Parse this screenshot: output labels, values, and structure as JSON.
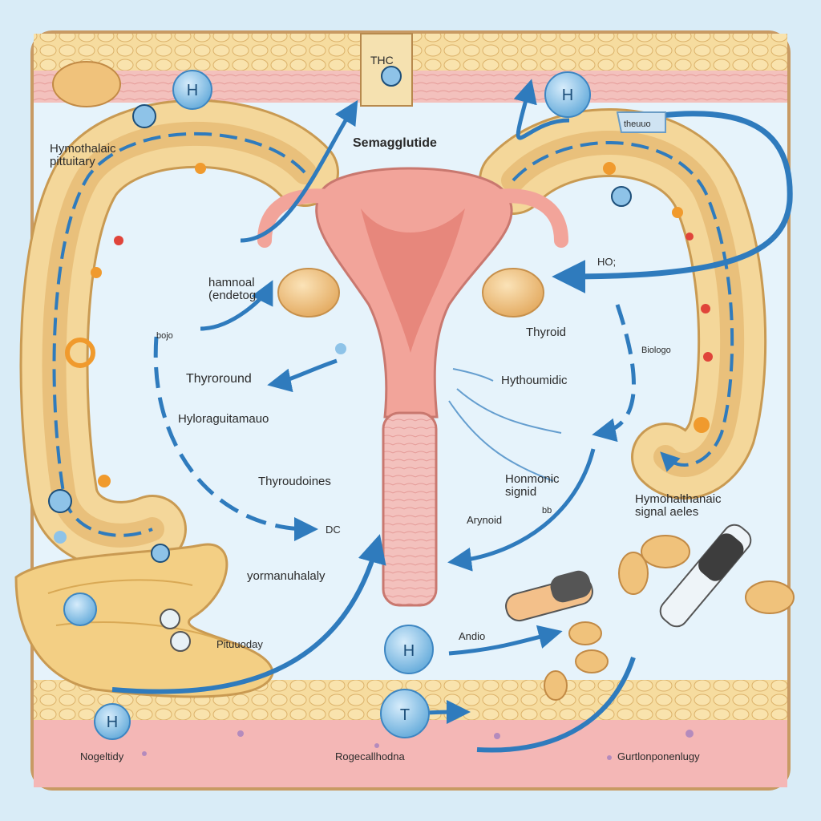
{
  "labels": {
    "top_box": "THC",
    "title": "Semagglutide",
    "hypothalamic_pituitary": "Hymothalaic\npittuitary",
    "hormonal_endocrine": "hamnoal\n(endetog",
    "small_left_mid": "bojo",
    "thyroround": "Thyroround",
    "hyloraguitamauo": "Hyloraguitamauo",
    "thyroudoines": "Thyroudoines",
    "dc": "DC",
    "yormanuhalaly": "yormanuhalaly",
    "pituitary_gland": "Pituuoday",
    "thermo_tab": "theuuo",
    "ho": "HO;",
    "thyroid": "Thyroid",
    "biologo": "Biologo",
    "hythoumidic": "Hythoumidic",
    "hormonic_signal": "Honmonic\nsignid",
    "small_right_mid": "bb",
    "arynoid": "Arynoid",
    "hymohalthanaic": "Hymohalthanaic\nsignal aeles",
    "andro": "Andio",
    "neurology": "Nogeltidy",
    "regeneration": "Rogecallhodna",
    "endocrinology": "Gurtlonponenlugy"
  },
  "hormone_letters": [
    "H",
    "H",
    "H",
    "T",
    "H"
  ],
  "colors": {
    "background": "#d9ecf7",
    "tissue": "#f4d79a",
    "tissue_edge": "#c99a52",
    "muscle": "#f0b6b4",
    "arrow": "#2f7bbd",
    "uterus": "#f2a49a",
    "hormone": "#8ec3e8"
  }
}
